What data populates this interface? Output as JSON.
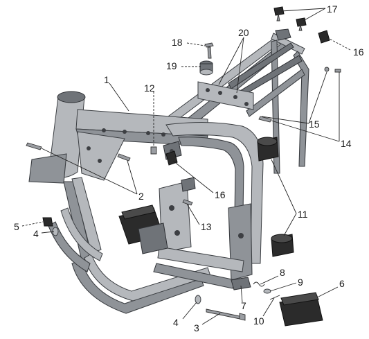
{
  "diagram": {
    "callouts": [
      {
        "id": "c1",
        "text": "1"
      },
      {
        "id": "c2",
        "text": "2"
      },
      {
        "id": "c3",
        "text": "3"
      },
      {
        "id": "c4a",
        "text": "4"
      },
      {
        "id": "c4b",
        "text": "4"
      },
      {
        "id": "c5",
        "text": "5"
      },
      {
        "id": "c6",
        "text": "6"
      },
      {
        "id": "c7",
        "text": "7"
      },
      {
        "id": "c8",
        "text": "8"
      },
      {
        "id": "c9",
        "text": "9"
      },
      {
        "id": "c10",
        "text": "10"
      },
      {
        "id": "c11",
        "text": "11"
      },
      {
        "id": "c12",
        "text": "12"
      },
      {
        "id": "c13",
        "text": "13"
      },
      {
        "id": "c14",
        "text": "14"
      },
      {
        "id": "c15",
        "text": "15"
      },
      {
        "id": "c16a",
        "text": "16"
      },
      {
        "id": "c16b",
        "text": "16"
      },
      {
        "id": "c17",
        "text": "17"
      },
      {
        "id": "c18",
        "text": "18"
      },
      {
        "id": "c19",
        "text": "19"
      },
      {
        "id": "c20",
        "text": "20"
      }
    ],
    "colors": {
      "frame": "#8f9398",
      "frame_light": "#b5b8bc",
      "rubber": "#2b2b2b",
      "line": "#222222",
      "background": "#ffffff"
    }
  }
}
